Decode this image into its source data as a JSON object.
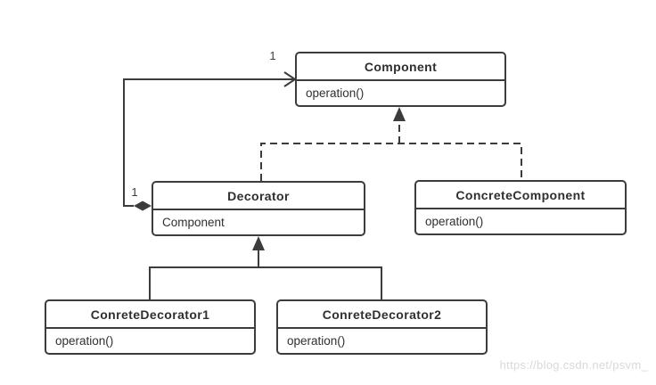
{
  "diagram": {
    "kind": "uml-class-diagram",
    "pattern": "Decorator",
    "classes": [
      {
        "name": "Component",
        "members": [
          "operation()"
        ]
      },
      {
        "name": "Decorator",
        "members": [
          "Component"
        ]
      },
      {
        "name": "ConcreteComponent",
        "members": [
          "operation()"
        ]
      },
      {
        "name": "ConreteDecorator1",
        "members": [
          "operation()"
        ]
      },
      {
        "name": "ConreteDecorator2",
        "members": [
          "operation()"
        ]
      }
    ],
    "relationships": [
      {
        "type": "aggregation",
        "from": "Decorator",
        "to": "Component",
        "line": "solid",
        "head": "open-arrow",
        "tail": "filled-diamond"
      },
      {
        "type": "generalization",
        "from": "Decorator",
        "to": "Component",
        "line": "dashed",
        "head": "filled-triangle"
      },
      {
        "type": "generalization",
        "from": "ConcreteComponent",
        "to": "Component",
        "line": "dashed",
        "head": "filled-triangle"
      },
      {
        "type": "generalization",
        "from": "ConreteDecorator1",
        "to": "Decorator",
        "line": "solid",
        "head": "filled-triangle"
      },
      {
        "type": "generalization",
        "from": "ConreteDecorator2",
        "to": "Decorator",
        "line": "solid",
        "head": "filled-triangle"
      }
    ],
    "multiplicities": [
      "1",
      "1"
    ]
  },
  "watermark": "https://blog.csdn.net/psvm_",
  "colors": {
    "line": "#3c3c3c",
    "text": "#2f2f2f",
    "watermark": "#d9d9d9",
    "background": "#ffffff"
  }
}
